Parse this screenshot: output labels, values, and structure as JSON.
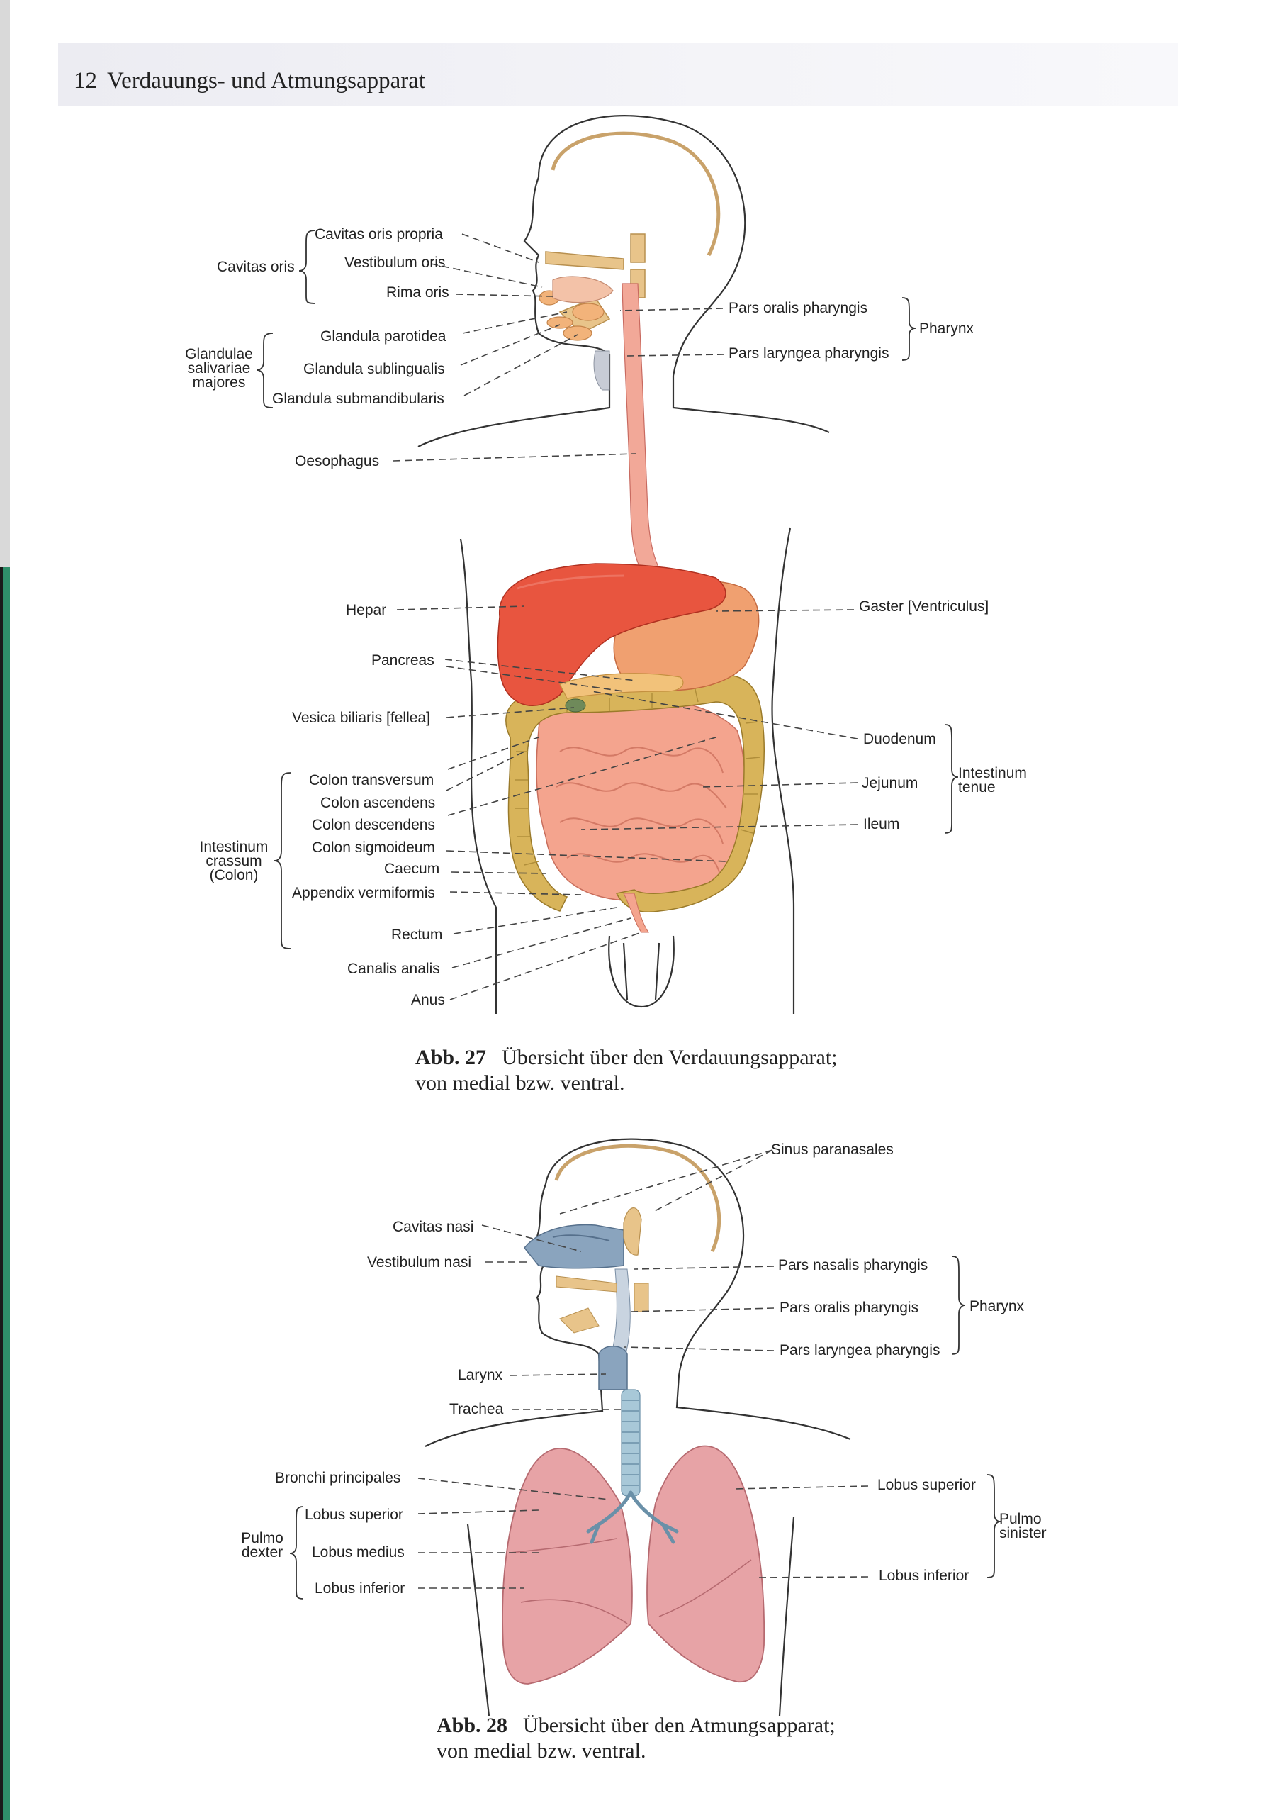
{
  "header": {
    "page_number": "12",
    "title": "Verdauungs- und Atmungsapparat"
  },
  "fig27": {
    "caption_label": "Abb. 27",
    "caption_line1": "Übersicht über den Verdauungsapparat;",
    "caption_line2": "von medial bzw. ventral.",
    "labels": {
      "cavitas_oris": "Cavitas oris",
      "cavitas_oris_propria": "Cavitas oris propria",
      "vestibulum_oris": "Vestibulum oris",
      "rima_oris": "Rima oris",
      "glandulae_1": "Glandulae",
      "glandulae_2": "salivariae",
      "glandulae_3": "majores",
      "glandula_parotidea": "Glandula parotidea",
      "glandula_sublingualis": "Glandula sublingualis",
      "glandula_submandibularis": "Glandula submandibularis",
      "oesophagus": "Oesophagus",
      "pars_oralis_pharyngis": "Pars oralis pharyngis",
      "pars_laryngea_pharyngis": "Pars laryngea pharyngis",
      "pharynx": "Pharynx",
      "hepar": "Hepar",
      "gaster": "Gaster [Ventriculus]",
      "pancreas": "Pancreas",
      "vesica_biliaris": "Vesica biliaris [fellea]",
      "duodenum": "Duodenum",
      "jejunum": "Jejunum",
      "ileum": "Ileum",
      "intestinum_tenue_1": "Intestinum",
      "intestinum_tenue_2": "tenue",
      "colon_transversum": "Colon transversum",
      "colon_ascendens": "Colon ascendens",
      "colon_descendens": "Colon descendens",
      "colon_sigmoideum": "Colon sigmoideum",
      "caecum": "Caecum",
      "appendix": "Appendix vermiformis",
      "intestinum_crassum_1": "Intestinum",
      "intestinum_crassum_2": "crassum",
      "intestinum_crassum_3": "(Colon)",
      "rectum": "Rectum",
      "canalis_analis": "Canalis analis",
      "anus": "Anus"
    }
  },
  "fig28": {
    "caption_label": "Abb. 28",
    "caption_line1": "Übersicht über den Atmungsapparat;",
    "caption_line2": "von medial bzw. ventral.",
    "labels": {
      "sinus_paranasales": "Sinus paranasales",
      "cavitas_nasi": "Cavitas nasi",
      "vestibulum_nasi": "Vestibulum nasi",
      "pars_nasalis_pharyngis": "Pars nasalis pharyngis",
      "pars_oralis_pharyngis": "Pars oralis pharyngis",
      "pars_laryngea_pharyngis": "Pars laryngea pharyngis",
      "pharynx": "Pharynx",
      "larynx": "Larynx",
      "trachea": "Trachea",
      "bronchi_principales": "Bronchi principales",
      "lobus_superior_dexter": "Lobus superior",
      "lobus_medius": "Lobus medius",
      "lobus_inferior_dexter": "Lobus inferior",
      "pulmo_dexter_1": "Pulmo",
      "pulmo_dexter_2": "dexter",
      "lobus_superior_sinister": "Lobus superior",
      "lobus_inferior_sinister": "Lobus inferior",
      "pulmo_sinister_1": "Pulmo",
      "pulmo_sinister_2": "sinister"
    }
  },
  "colors": {
    "liver": "#e8553f",
    "stomach": "#f0a070",
    "colon": "#d8b45a",
    "small_intestine": "#f4a48e",
    "oesophagus": "#f2a898",
    "bone": "#e8c48a",
    "airway": "#8aa4be",
    "lung": "#e7a3a6",
    "outline": "#333333"
  }
}
